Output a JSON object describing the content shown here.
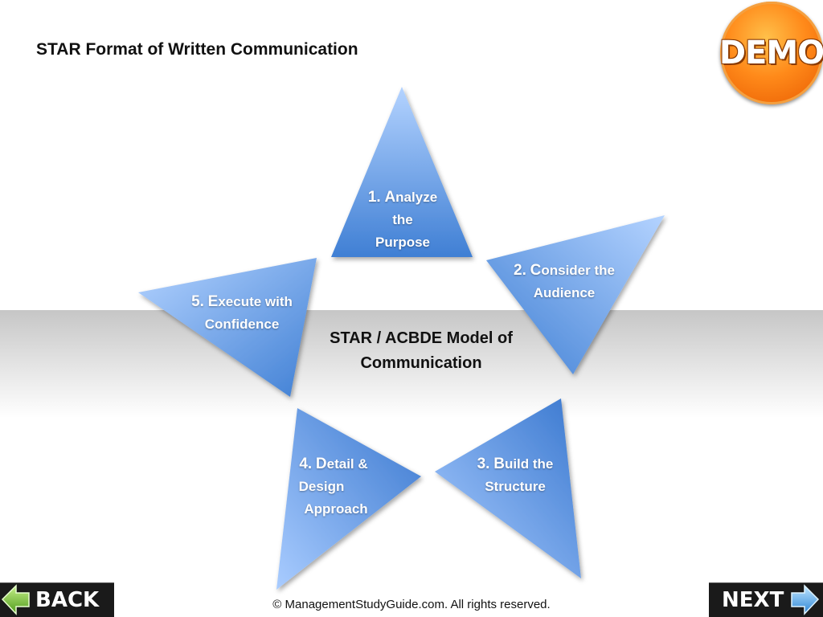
{
  "title": "STAR Format of Written Communication",
  "center": {
    "line1": "STAR / ACBDE Model of",
    "line2": "Communication"
  },
  "steps": [
    {
      "num": "1.",
      "lines": [
        "Analyze",
        "the",
        "Purpose"
      ],
      "first_letter": "A",
      "rest": "nalyze"
    },
    {
      "num": "2.",
      "lines": [
        "Consider the",
        "Audience"
      ],
      "first_letter": "C",
      "rest": "onsider the"
    },
    {
      "num": "3.",
      "lines": [
        "Build the",
        "Structure"
      ],
      "first_letter": "B",
      "rest": "uild the"
    },
    {
      "num": "4.",
      "lines": [
        "Detail &",
        "Design",
        "Approach"
      ],
      "first_letter": "D",
      "rest": "etail &"
    },
    {
      "num": "5.",
      "lines": [
        "Execute with",
        "Confidence"
      ],
      "first_letter": "E",
      "rest": "xecute with"
    }
  ],
  "badge": "DEMO",
  "nav": {
    "back": "BACK",
    "next": "NEXT"
  },
  "footer": "© ManagementStudyGuide.com. All rights reserved.",
  "colors": {
    "triangle_light": "#a9ccff",
    "triangle_dark": "#3a78cf",
    "badge": "#ff8a1a"
  }
}
